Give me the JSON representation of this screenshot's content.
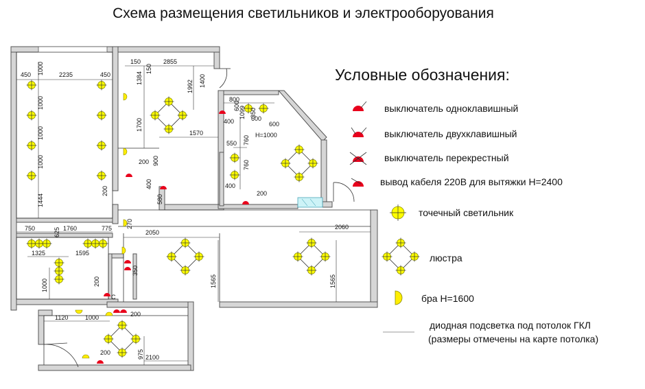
{
  "title": "Схема размещения светильников и электрооборуования",
  "legend": {
    "heading": "Условные обозначения:",
    "items": [
      {
        "id": "switch-single",
        "label": "выключатель одноклавишный"
      },
      {
        "id": "switch-double",
        "label": "выключатель двухклавишный"
      },
      {
        "id": "switch-cross",
        "label": "выключатель перекрестный"
      },
      {
        "id": "cable-220",
        "label": "вывод кабеля 220В для вытяжки Н=2400"
      },
      {
        "id": "spot-light",
        "label": "точечный светильник"
      },
      {
        "id": "chandelier",
        "label": "люстра"
      },
      {
        "id": "sconce",
        "label": "бра Н=1600"
      },
      {
        "id": "led-strip",
        "label1": "диодная подсветка под потолок ГКЛ",
        "label2": "(размеры отмечены на карте потолка)"
      }
    ]
  },
  "dims": {
    "d450a": "450",
    "d2235": "2235",
    "d450b": "450",
    "d1000a": "1000",
    "d1000b": "1000",
    "d1000c": "1000",
    "d1000d": "1000",
    "d1444": "1444",
    "d150a": "150",
    "d2855": "2855",
    "d1384": "1384",
    "d150b": "150",
    "d1992": "1992",
    "d1400": "1400",
    "d1700": "1700",
    "d1570": "1570",
    "d800": "800",
    "d600a": "600",
    "d1099": "1099",
    "d350a": "350",
    "d600b": "600",
    "d600c": "600",
    "d400a": "400",
    "h1000": "Н=1000",
    "d550": "550",
    "d760a": "760",
    "d760b": "760",
    "d400b": "400",
    "d200a": "200",
    "d900": "900",
    "d200b": "200",
    "d400c": "400",
    "d580": "580",
    "d200c": "200",
    "d750": "750",
    "d625": "625",
    "d1760": "1760",
    "d775": "775",
    "d270": "270",
    "d2050": "2050",
    "d2060": "2060",
    "d1325": "1325",
    "d1595": "1595",
    "d350b": "350",
    "d1000e": "1000",
    "d200d": "200",
    "c": "С",
    "d1565a": "1565",
    "d1565b": "1565",
    "d1120": "1120",
    "d1000f": "1000",
    "d200e": "200",
    "d200f": "200",
    "d975": "975",
    "d2100": "2100"
  }
}
